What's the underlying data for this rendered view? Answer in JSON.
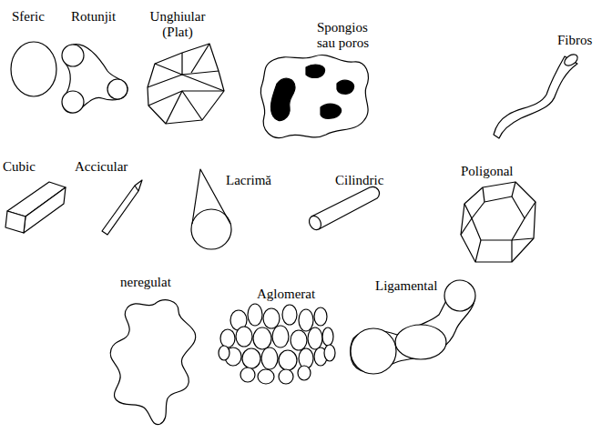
{
  "diagram": {
    "labels": [
      "Sferic",
      "Rotunjit",
      "Unghiular (Plat)",
      "Spongios sau poros",
      "Fibros",
      "Cubic",
      "Accicular",
      "Lacrimă",
      "Cilindric",
      "Poligonal",
      "neregulat",
      "Aglomerat",
      "Ligamental"
    ]
  }
}
